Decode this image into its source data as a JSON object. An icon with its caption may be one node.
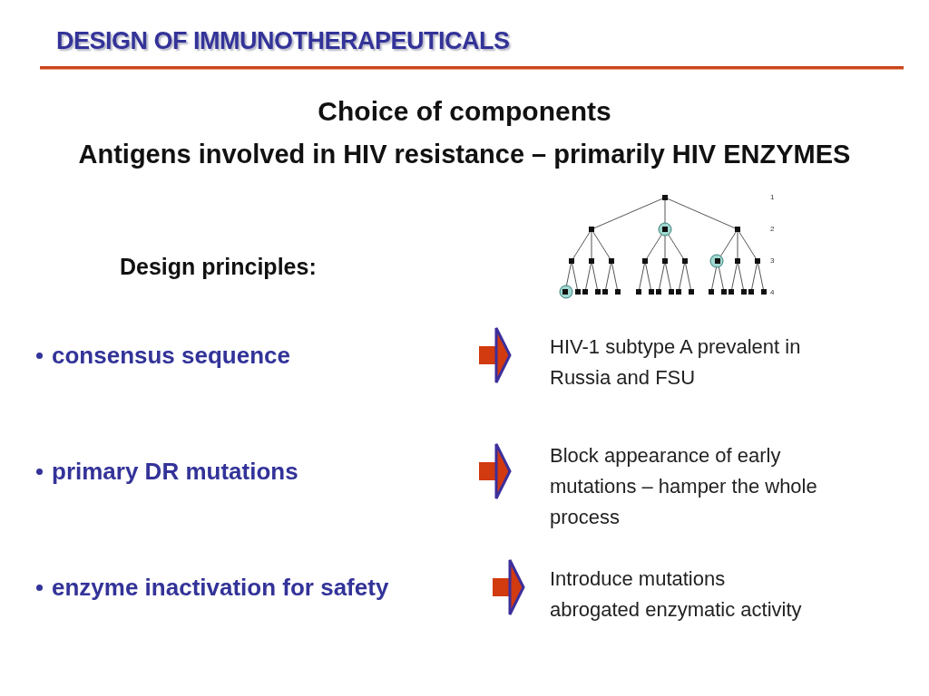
{
  "diagram": {
    "title": "DESIGN OF IMMUNOTHERAPEUTICALS",
    "nodes": [
      {
        "text": [
          "consensus sequence"
        ]
      },
      {
        "text": [
          "HIV-1 subtype A prevalent in Russia and FSU"
        ]
      },
      {
        "text": [
          "primary DR mutations"
        ]
      },
      {
        "text": [
          "Block appearance of early mutations – hamper the whole process"
        ]
      },
      {
        "text": [
          "enzyme inactivation for safety"
        ]
      },
      {
        "text": [
          "Introduce mutations abrogated enzymatic activity"
        ]
      }
    ],
    "edges": [
      {
        "from": 0,
        "to": 1,
        "arrow": "to"
      },
      {
        "from": 2,
        "to": 3,
        "arrow": "to"
      },
      {
        "from": 4,
        "to": 5,
        "arrow": "to"
      }
    ],
    "labels": [
      "Choice of components",
      "Antigens involved in HIV resistance – primarily HIV ENZYMES",
      "Design principles:",
      "1",
      "2",
      "3",
      "4"
    ]
  }
}
